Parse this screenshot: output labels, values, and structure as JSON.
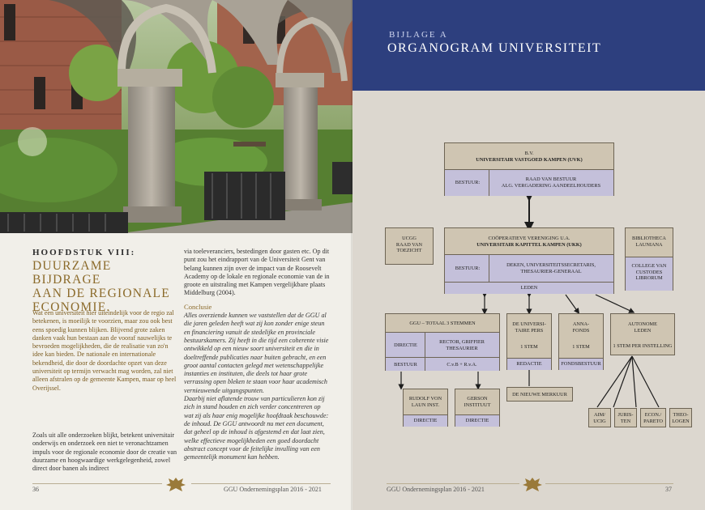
{
  "left_page": {
    "chapter_label": "HOOFDSTUK VIII:",
    "chapter_title_lines": [
      "DUURZAME BIJDRAGE",
      "AAN DE REGIONALE",
      "ECONOMIE."
    ],
    "intro": "Wat een universiteit hier uiteindelijk voor de regio zal betekenen, is moeilijk te voorzien, maar zou ook best eens spoedig kunnen blijken. Blijvend grote zaken danken vaak hun bestaan aan de vooraf nauwelijks te bevroeden mogelijkheden, die de realisatie van zo'n idee kan bieden. De nationale en internationale bekendheid, die door de doordachte opzet van deze universiteit op termijn verwacht mag worden, zal niet alleen afstralen op de gemeente Kampen, maar op heel Overijssel.",
    "body": "Zoals uit alle onderzoeken blijkt, betekent universitair onderwijs en onderzoek een niet te veronachtzamen impuls voor de regionale economie door de creatie van duurzame en hoogwaardige werkgelegenheid, zowel direct door banen als indirect",
    "col2_p1": "via toeleveranciers, bestedingen door gasten etc. Op dit punt zou het eindrapport van de Universiteit Gent van belang kunnen zijn over de impact van de Roosevelt Academy op de lokale en regionale economie van de in groote en uitstraling met Kampen vergelijkbare plaats Middelburg (2004).",
    "conclusie_heading": "Conclusie",
    "conclusie_p1": "Alles overziende kunnen we vaststellen dat de GGU al die jaren geleden heeft wat zij kon zonder enige steun en financiering vanuit de stedelijke en provinciale bestuurskamers. Zij heeft in die tijd een coherente visie ontwikkeld op een nieuw soort universiteit en die in doeltreffende publicaties naar buiten gebracht, en een groot aantal contacten gelegd met wetenschappelijke instanties en instituten, die deels tot haar grote verrassing open bleken te staan voor haar academisch vernieuwende uitgangspunten.",
    "conclusie_p2": "Daarbij niet aflatende trouw van particulieren kon zij zich in stand houden en zich verder concentreren op wat zij als haar enig mogelijke hoofdtaak beschouwde: de inhoud. De GGU antwoordt nu met een document, dat geheel op de inhoud is afgestemd en dat laat zien, welke effectieve mogelijkheden een goed doordacht abstract concept voor de feitelijke invulling van een gemeentelijk monument kan hebben.",
    "page_number": "36",
    "footer": "GGU Ondernemingsplan 2016 - 2021"
  },
  "right_page": {
    "bijlage": "BIJLAGE A",
    "title": "ORGANOGRAM UNIVERSITEIT",
    "footer": "GGU Ondernemingsplan 2016 - 2021",
    "page_number": "37",
    "org": {
      "uvk": {
        "line1": "B.V.",
        "line2": "UNIVERSITAIR VASTGOED KAMPEN (UVK)",
        "bestuur_label": "BESTUUR:",
        "bestuur_1": "RAAD VAN BESTUUR",
        "bestuur_2": "ALG. VERGADERING AANDEELHOUDERS"
      },
      "ucgg": {
        "line1": "UCGG",
        "line2": "RAAD VAN",
        "line3": "TOEZICHT"
      },
      "ukk": {
        "line1": "COÖPERATIEVE VERENIGING U.A.",
        "line2": "UNIVERSITAIR KAPITTEL KAMPEN (UKK)",
        "bestuur_label": "BESTUUR:",
        "bestuur_1": "DEKEN, UNIVERSITEITSSECRETARIS,",
        "bestuur_2": "THESAURIER-GENERAAL",
        "leden": "LEDEN"
      },
      "bibliotheca": {
        "line1": "BIBLIOTHECA",
        "line2": "LAUNIANA",
        "line3": "COLLEGE VAN",
        "line4": "CUSTODES",
        "line5": "LIBRORUM"
      },
      "ggu": {
        "header": "GGU – TOTAAL 3 STEMMEN",
        "directie_label": "DIRECTIE",
        "directie_1": "RECTOR, GRIFFIER",
        "directie_2": "THESAURIER",
        "bestuur_label": "BESTUUR",
        "bestuur_value": "C.v.B + R.v.A."
      },
      "pers": {
        "line1": "DE UNIVERSI-",
        "line2": "TAIRE PERS",
        "stem": "1 STEM",
        "band": "REDACTIE"
      },
      "anna": {
        "line1": "ANNA-",
        "line2": "FONDS",
        "stem": "1 STEM",
        "band": "FONDSBESTUUR"
      },
      "autonome": {
        "line1": "AUTONOME",
        "line2": "LEDEN",
        "stem": "1 STEM PER INSTELLING"
      },
      "rudolf": {
        "line1": "RUDOLF VON",
        "line2": "LAUN INST.",
        "band": "DIRECTIE"
      },
      "gerson": {
        "line1": "GERSON",
        "line2": "INSTITUUT",
        "band": "DIRECTIE"
      },
      "merkuur": {
        "label": "DE NIEUWE MERKUUR"
      },
      "aim": {
        "line1": "AIM/",
        "line2": "UCIG"
      },
      "juristen": {
        "line1": "JURIS-",
        "line2": "TEN"
      },
      "econ": {
        "line1": "ECON./",
        "line2": "PARETO"
      },
      "theologen": {
        "line1": "THEO-",
        "line2": "LOGEN"
      }
    }
  }
}
